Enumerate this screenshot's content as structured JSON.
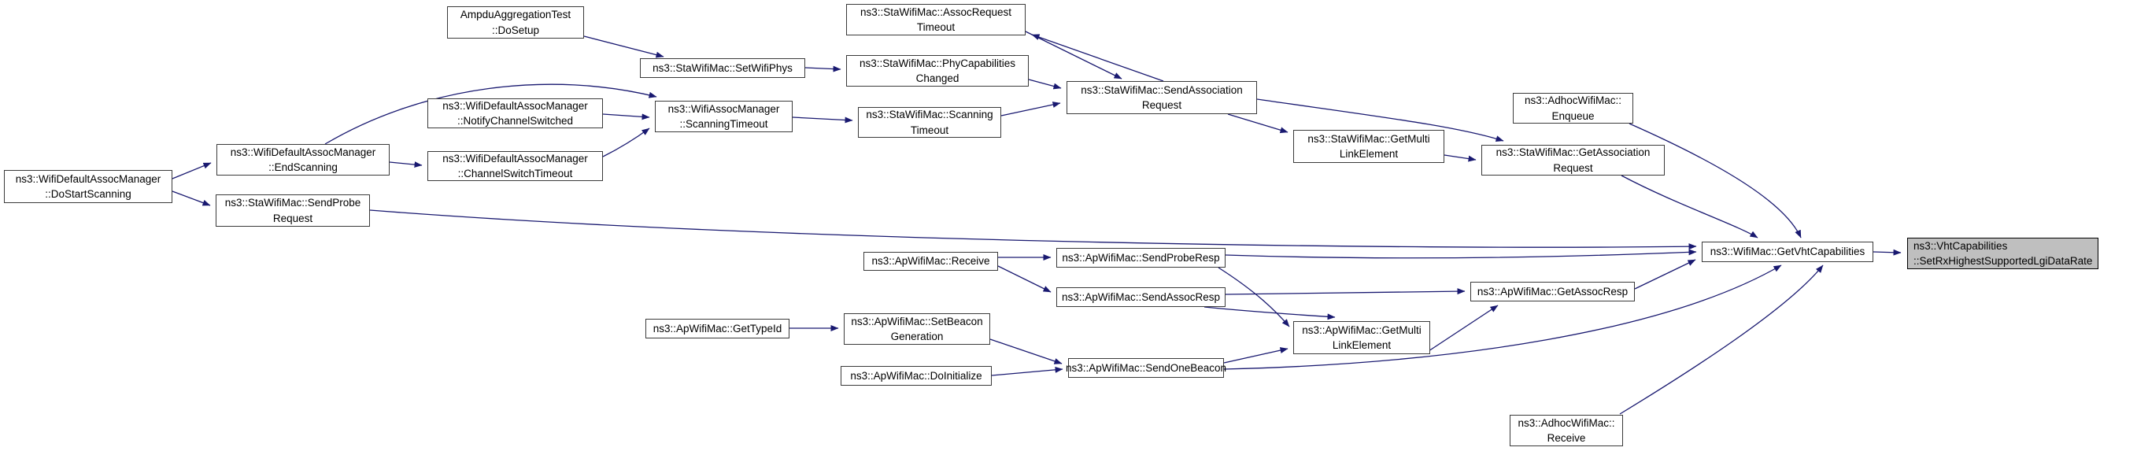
{
  "colors": {
    "edge": "#191970",
    "node_border": "#3a3a3a",
    "node_fill": "#ffffff",
    "target_fill": "#bfbfbf",
    "background": "#ffffff"
  },
  "nodes": [
    {
      "id": "ampdu-aggregation-test-dosetup",
      "label": "AmpduAggregationTest\n::DoSetup"
    },
    {
      "id": "wifi-default-assoc-manager-dostartscanning",
      "label": "ns3::WifiDefaultAssocManager\n::DoStartScanning"
    },
    {
      "id": "sta-wifi-mac-sendproberequest",
      "label": "ns3::StaWifiMac::SendProbe\nRequest"
    },
    {
      "id": "wifi-default-assoc-manager-endscanning",
      "label": "ns3::WifiDefaultAssocManager\n::EndScanning"
    },
    {
      "id": "wifi-default-assoc-manager-notifychannelswitched",
      "label": "ns3::WifiDefaultAssocManager\n::NotifyChannelSwitched"
    },
    {
      "id": "wifi-default-assoc-manager-channelswitchtimeout",
      "label": "ns3::WifiDefaultAssocManager\n::ChannelSwitchTimeout"
    },
    {
      "id": "wifi-assoc-manager-scanningtimeout",
      "label": "ns3::WifiAssocManager\n::ScanningTimeout"
    },
    {
      "id": "sta-wifi-mac-setwifiphys",
      "label": "ns3::StaWifiMac::SetWifiPhys"
    },
    {
      "id": "sta-wifi-mac-assocrequesttimeout",
      "label": "ns3::StaWifiMac::AssocRequest\nTimeout"
    },
    {
      "id": "sta-wifi-mac-phycapabilitieschanged",
      "label": "ns3::StaWifiMac::PhyCapabilities\nChanged"
    },
    {
      "id": "sta-wifi-mac-scanningtimeout",
      "label": "ns3::StaWifiMac::Scanning\nTimeout"
    },
    {
      "id": "sta-wifi-mac-sendassociationrequest",
      "label": "ns3::StaWifiMac::SendAssociation\nRequest"
    },
    {
      "id": "sta-wifi-mac-getmultilinkelement",
      "label": "ns3::StaWifiMac::GetMulti\nLinkElement"
    },
    {
      "id": "adhoc-wifi-mac-enqueue",
      "label": "ns3::AdhocWifiMac::\nEnqueue"
    },
    {
      "id": "sta-wifi-mac-getassociationrequest",
      "label": "ns3::StaWifiMac::GetAssociation\nRequest"
    },
    {
      "id": "wifi-mac-getvhtcapabilities",
      "label": "ns3::WifiMac::GetVhtCapabilities"
    },
    {
      "id": "vht-capabilities-setrxhighestsupportedlgidatarate",
      "label": "ns3::VhtCapabilities\n::SetRxHighestSupportedLgiDataRate"
    },
    {
      "id": "ap-wifi-mac-receive",
      "label": "ns3::ApWifiMac::Receive"
    },
    {
      "id": "ap-wifi-mac-sendproberesp",
      "label": "ns3::ApWifiMac::SendProbeResp"
    },
    {
      "id": "ap-wifi-mac-sendassocresp",
      "label": "ns3::ApWifiMac::SendAssocResp"
    },
    {
      "id": "ap-wifi-mac-getassocresp",
      "label": "ns3::ApWifiMac::GetAssocResp"
    },
    {
      "id": "ap-wifi-mac-gettypeid",
      "label": "ns3::ApWifiMac::GetTypeId"
    },
    {
      "id": "ap-wifi-mac-setbeacongeneration",
      "label": "ns3::ApWifiMac::SetBeacon\nGeneration"
    },
    {
      "id": "ap-wifi-mac-getmultilinkelement",
      "label": "ns3::ApWifiMac::GetMulti\nLinkElement"
    },
    {
      "id": "ap-wifi-mac-doinitialize",
      "label": "ns3::ApWifiMac::DoInitialize"
    },
    {
      "id": "ap-wifi-mac-sendonebeacon",
      "label": "ns3::ApWifiMac::SendOneBeacon"
    },
    {
      "id": "adhoc-wifi-mac-receive",
      "label": "ns3::AdhocWifiMac::\nReceive"
    }
  ]
}
